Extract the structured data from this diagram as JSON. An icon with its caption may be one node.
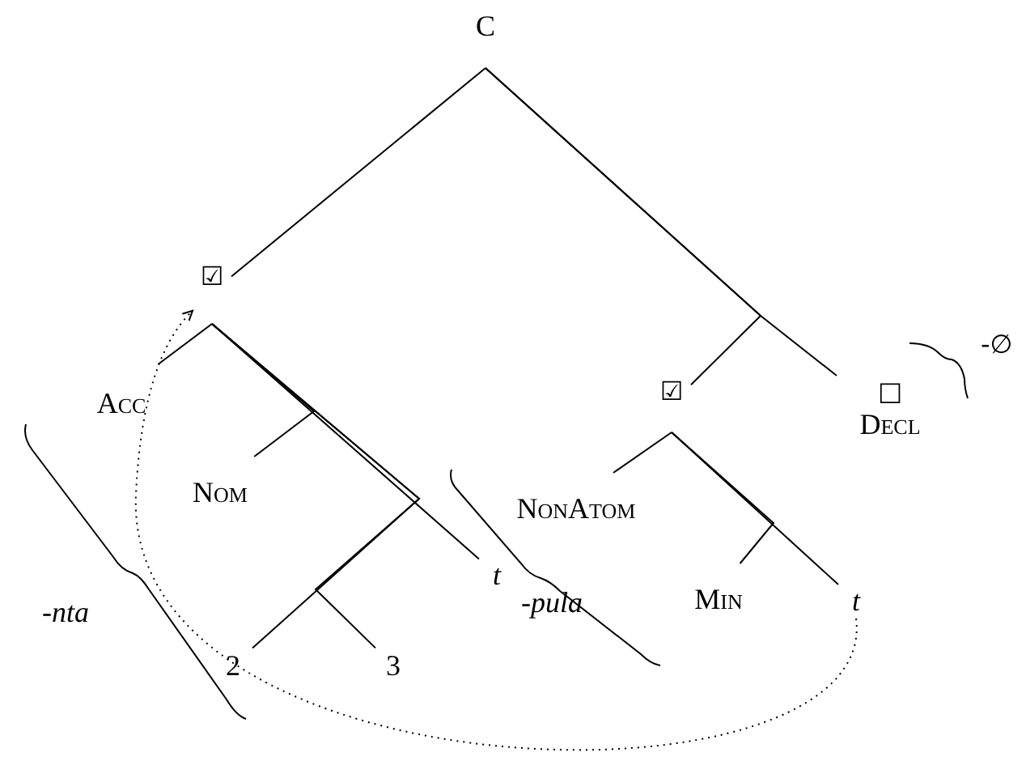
{
  "diagram": {
    "nodes": [
      {
        "text": [
          "C"
        ]
      },
      {
        "text": [
          "☑"
        ]
      },
      {
        "text": [
          "☑"
        ]
      },
      {
        "text": [
          "□",
          "Decl"
        ]
      },
      {
        "text": [
          "Acc"
        ]
      },
      {
        "text": [
          "NonAtom"
        ]
      },
      {
        "text": [
          "Nom"
        ]
      },
      {
        "text": [
          "t"
        ]
      },
      {
        "text": [
          "Min"
        ]
      },
      {
        "text": [
          "t"
        ]
      },
      {
        "text": [
          "2"
        ]
      },
      {
        "text": [
          "3"
        ]
      }
    ],
    "edges": [
      {
        "from": 0,
        "to": 1,
        "arrow": "none"
      },
      {
        "from": 0,
        "to": 2,
        "arrow": "none"
      },
      {
        "from": 0,
        "to": 3,
        "arrow": "none"
      },
      {
        "from": 1,
        "to": 4,
        "arrow": "none"
      },
      {
        "from": 1,
        "to": 6,
        "arrow": "none"
      },
      {
        "from": 1,
        "to": 7,
        "arrow": "none"
      },
      {
        "from": 1,
        "to": 10,
        "arrow": "none"
      },
      {
        "from": 1,
        "to": 11,
        "arrow": "none"
      },
      {
        "from": 2,
        "to": 5,
        "arrow": "none"
      },
      {
        "from": 2,
        "to": 8,
        "arrow": "none"
      },
      {
        "from": 2,
        "to": 9,
        "arrow": "none"
      },
      {
        "from": 9,
        "to": 1,
        "arrow": "to",
        "style": "dashed"
      }
    ],
    "labels": [
      "-∅",
      "-pula",
      "-nta"
    ]
  }
}
